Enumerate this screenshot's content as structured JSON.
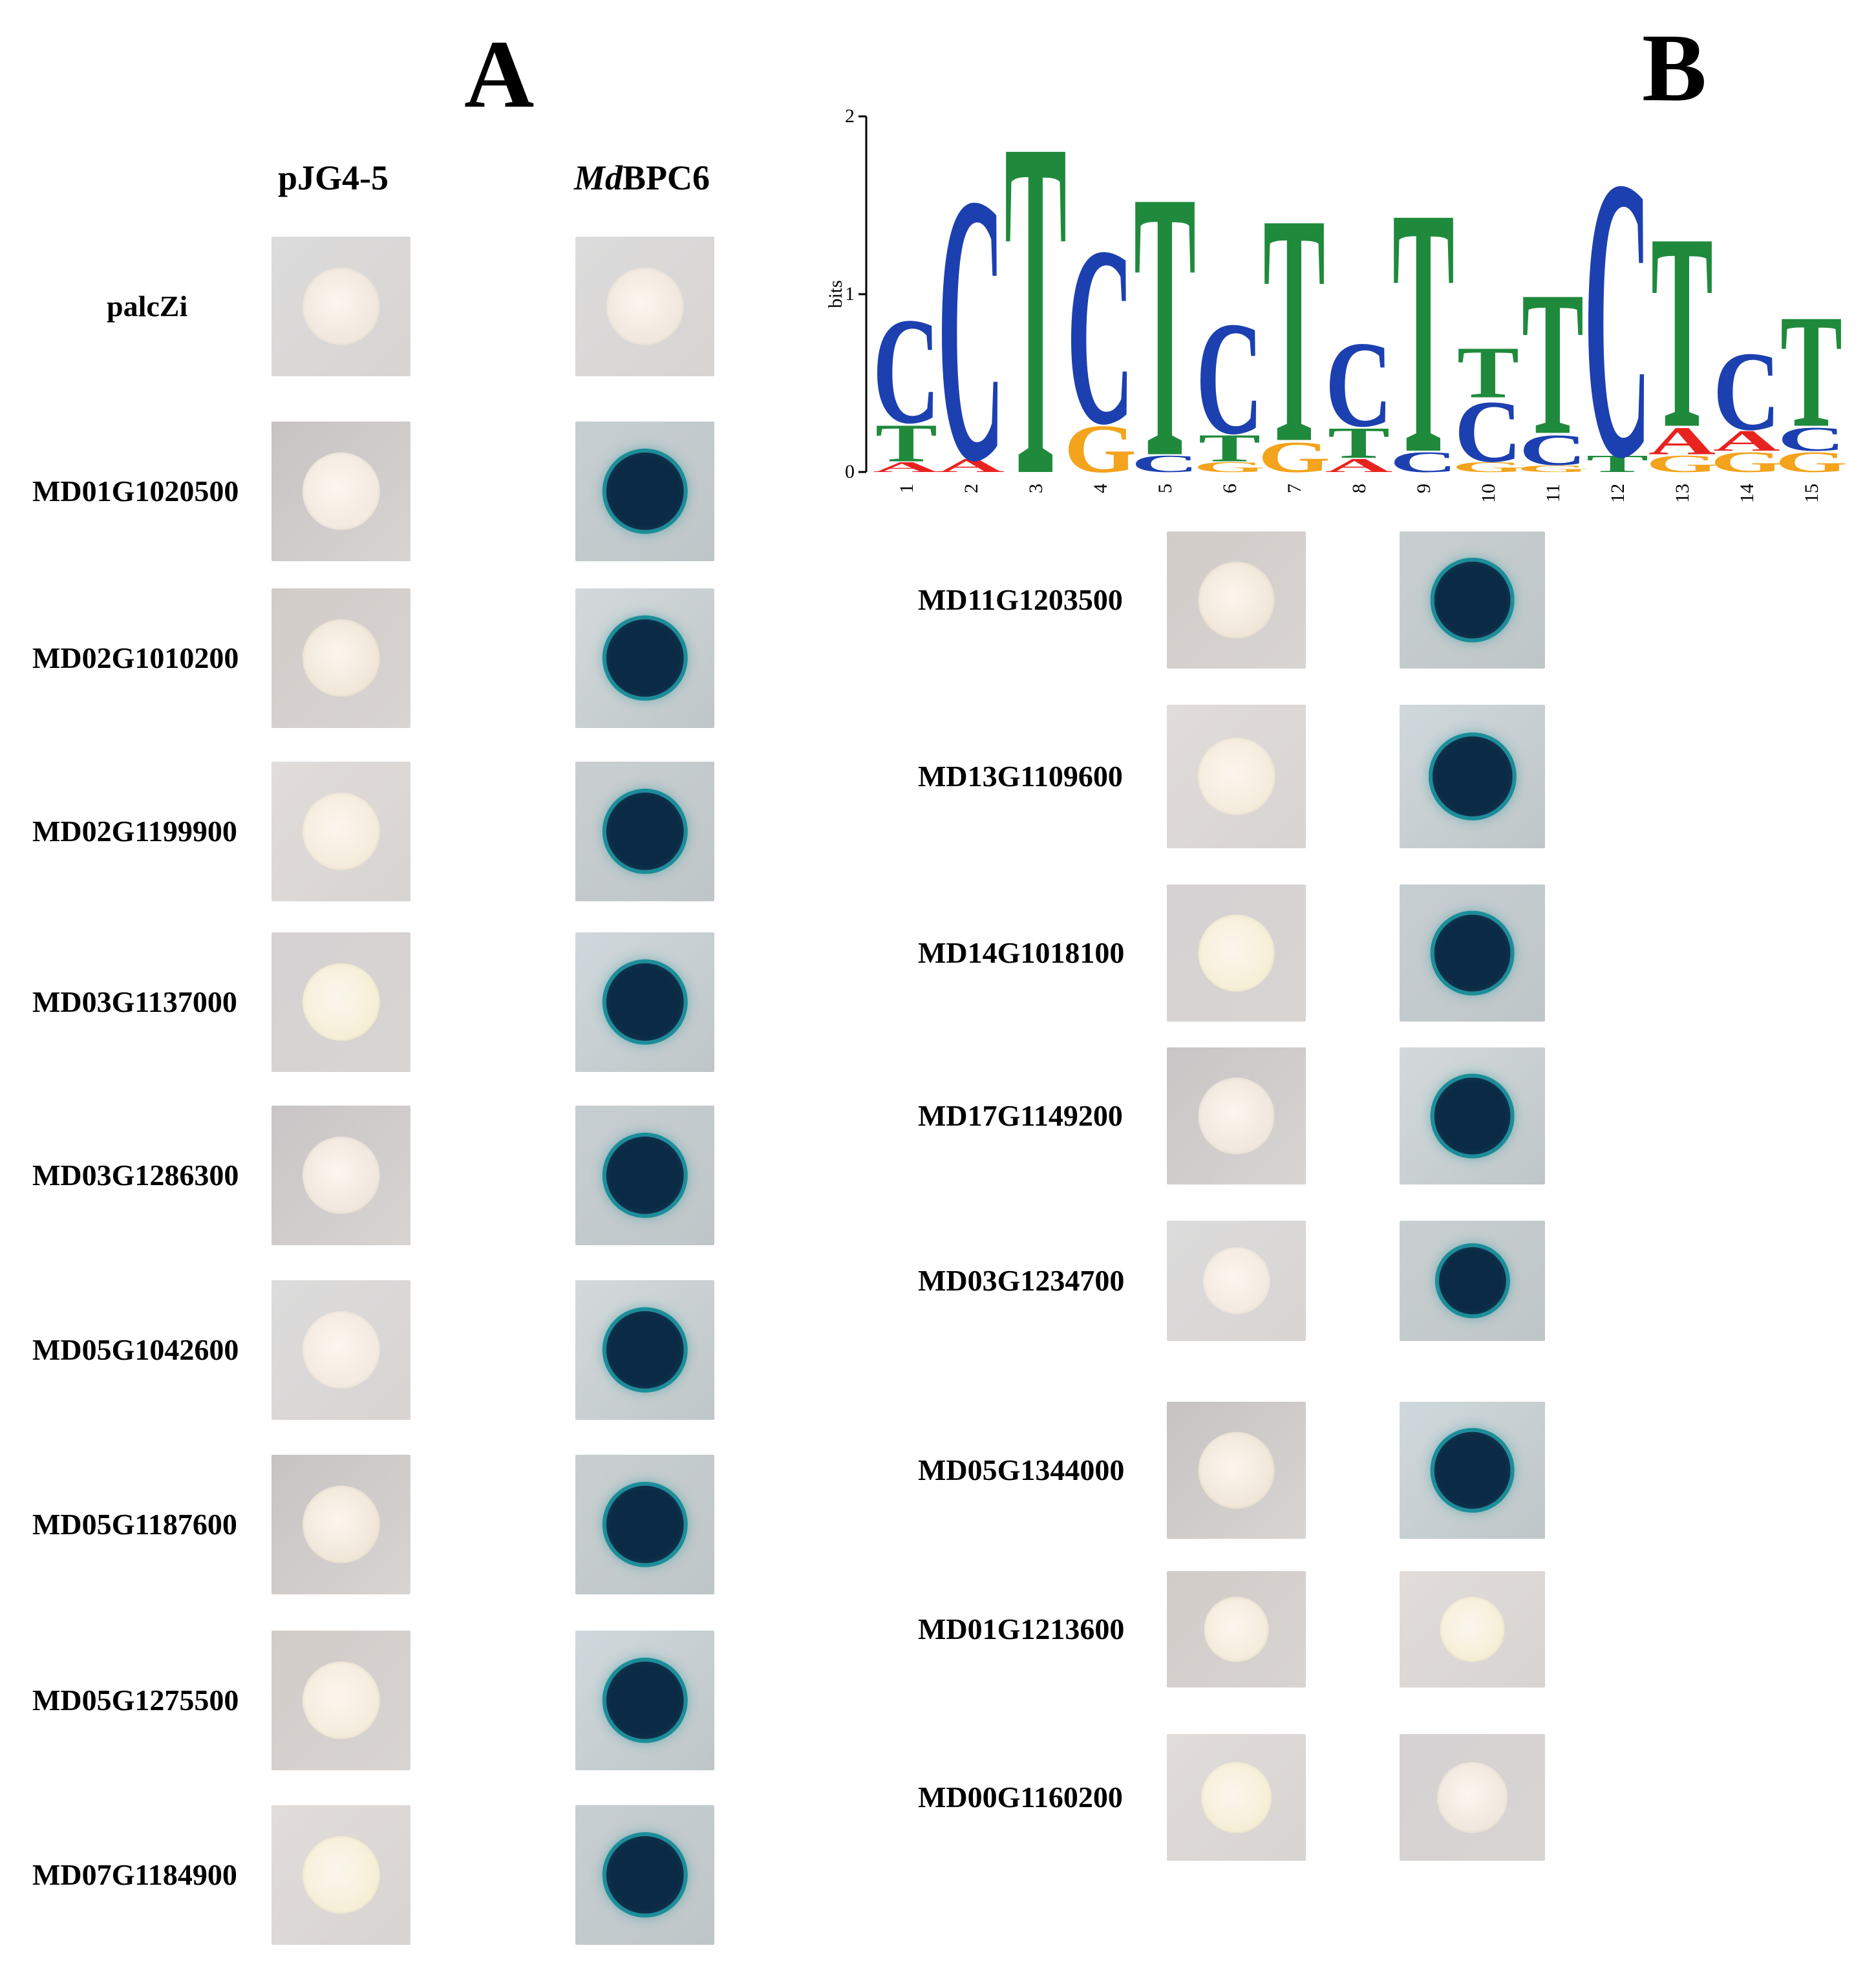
{
  "panel_a": {
    "letter": "A",
    "col_headers": {
      "vector_prefix": "",
      "vector": "pJG4-5",
      "bait_italic": "Md",
      "bait_rest": "BPC6"
    },
    "rows": [
      {
        "label": "palcZi",
        "control": "white",
        "bait": "white"
      },
      {
        "label": "MD01G1020500",
        "control": "white",
        "bait": "blue"
      },
      {
        "label": "MD02G1010200",
        "control": "white",
        "bait": "blue"
      },
      {
        "label": "MD02G1199900",
        "control": "white",
        "bait": "blue"
      },
      {
        "label": "MD03G1137000",
        "control": "white",
        "bait": "blue"
      },
      {
        "label": "MD03G1286300",
        "control": "white",
        "bait": "blue"
      },
      {
        "label": "MD05G1042600",
        "control": "white",
        "bait": "blue"
      },
      {
        "label": "MD05G1187600",
        "control": "white",
        "bait": "blue"
      },
      {
        "label": "MD05G1275500",
        "control": "white",
        "bait": "blue"
      },
      {
        "label": "MD07G1184900",
        "control": "white",
        "bait": "blue"
      }
    ]
  },
  "panel_b": {
    "letter": "B",
    "logo": {
      "ylabel": "bits",
      "yticks": [
        "0",
        "1",
        "2"
      ],
      "ymax": 2,
      "positions": [
        {
          "pos": "1",
          "letters": [
            {
              "b": "A",
              "h": 0.06
            },
            {
              "b": "T",
              "h": 0.22
            },
            {
              "b": "C",
              "h": 0.62
            }
          ]
        },
        {
          "pos": "2",
          "letters": [
            {
              "b": "A",
              "h": 0.08
            },
            {
              "b": "C",
              "h": 1.56
            }
          ]
        },
        {
          "pos": "3",
          "letters": [
            {
              "b": "T",
              "h": 1.98
            }
          ]
        },
        {
          "pos": "4",
          "letters": [
            {
              "b": "G",
              "h": 0.28
            },
            {
              "b": "C",
              "h": 1.04
            }
          ]
        },
        {
          "pos": "5",
          "letters": [
            {
              "b": "C",
              "h": 0.1
            },
            {
              "b": "T",
              "h": 1.56
            }
          ]
        },
        {
          "pos": "6",
          "letters": [
            {
              "b": "G",
              "h": 0.06
            },
            {
              "b": "T",
              "h": 0.16
            },
            {
              "b": "C",
              "h": 0.66
            }
          ]
        },
        {
          "pos": "7",
          "letters": [
            {
              "b": "G",
              "h": 0.18
            },
            {
              "b": "T",
              "h": 1.34
            }
          ]
        },
        {
          "pos": "8",
          "letters": [
            {
              "b": "A",
              "h": 0.08
            },
            {
              "b": "T",
              "h": 0.18
            },
            {
              "b": "C",
              "h": 0.5
            }
          ]
        },
        {
          "pos": "9",
          "letters": [
            {
              "b": "C",
              "h": 0.12
            },
            {
              "b": "T",
              "h": 1.44
            }
          ]
        },
        {
          "pos": "10",
          "letters": [
            {
              "b": "G",
              "h": 0.06
            },
            {
              "b": "C",
              "h": 0.36
            },
            {
              "b": "T",
              "h": 0.3
            }
          ]
        },
        {
          "pos": "11",
          "letters": [
            {
              "b": "G",
              "h": 0.04
            },
            {
              "b": "C",
              "h": 0.18
            },
            {
              "b": "T",
              "h": 0.84
            }
          ]
        },
        {
          "pos": "12",
          "letters": [
            {
              "b": "T",
              "h": 0.1
            },
            {
              "b": "C",
              "h": 1.64
            }
          ]
        },
        {
          "pos": "13",
          "letters": [
            {
              "b": "G",
              "h": 0.1
            },
            {
              "b": "A",
              "h": 0.16
            },
            {
              "b": "T",
              "h": 1.14
            }
          ]
        },
        {
          "pos": "14",
          "letters": [
            {
              "b": "G",
              "h": 0.12
            },
            {
              "b": "A",
              "h": 0.12
            },
            {
              "b": "C",
              "h": 0.46
            }
          ]
        },
        {
          "pos": "15",
          "letters": [
            {
              "b": "G",
              "h": 0.12
            },
            {
              "b": "C",
              "h": 0.14
            },
            {
              "b": "T",
              "h": 0.66
            }
          ]
        }
      ]
    },
    "rows": [
      {
        "label": "MD11G1203500",
        "control": "white",
        "bait": "blue"
      },
      {
        "label": "MD13G1109600",
        "control": "white",
        "bait": "blue"
      },
      {
        "label": "MD14G1018100",
        "control": "white",
        "bait": "blue"
      },
      {
        "label": "MD17G1149200",
        "control": "white",
        "bait": "blue"
      },
      {
        "label": "MD03G1234700",
        "control": "white",
        "bait": "blue"
      },
      {
        "label": "MD05G1344000",
        "control": "white",
        "bait": "blue"
      },
      {
        "label": "MD01G1213600",
        "control": "white",
        "bait": "white"
      },
      {
        "label": "MD00G1160200",
        "control": "white",
        "bait": "white"
      }
    ]
  },
  "colors": {
    "A": "#e8231f",
    "C": "#1c40b0",
    "G": "#f3a31c",
    "T": "#1f8a3c",
    "blue_spot": "#0b2a45",
    "blue_halo": "#1b8e9a"
  }
}
